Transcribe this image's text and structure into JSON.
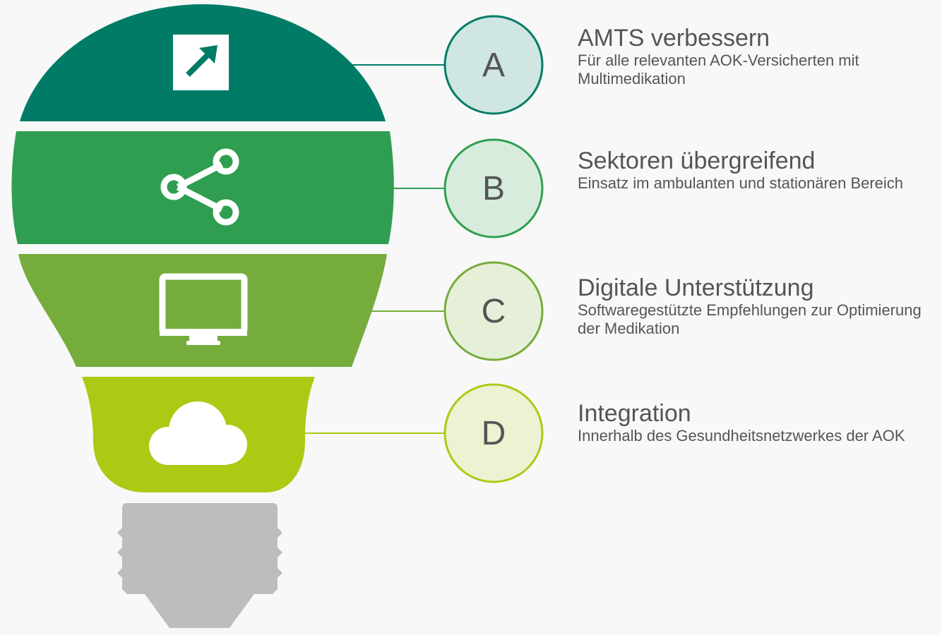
{
  "colors": {
    "background": "#f8f8f8",
    "segment_a": "#007c66",
    "segment_b": "#2f9e50",
    "segment_c": "#76ac3b",
    "segment_d": "#aec914",
    "base": "#bdbdbd",
    "text": "#555555"
  },
  "items": [
    {
      "letter": "A",
      "title": "AMTS verbessern",
      "description": "Für alle relevanten AOK-Versicherten mit Multimedikation",
      "icon": "arrow-up-right-icon",
      "color": "#007c66",
      "badge_fill": "#cfe6e3"
    },
    {
      "letter": "B",
      "title": "Sektoren übergreifend",
      "description": "Einsatz im ambulanten und stationären Bereich",
      "icon": "share-icon",
      "color": "#2f9e50",
      "badge_fill": "#d7ecdc"
    },
    {
      "letter": "C",
      "title": "Digitale Unterstützung",
      "description": "Softwaregestützte Empfehlungen zur Optimierung der Medikation",
      "icon": "monitor-icon",
      "color": "#76ac3b",
      "badge_fill": "#e6efd8"
    },
    {
      "letter": "D",
      "title": "Integration",
      "description": "Innerhalb des Gesundheitsnetzwerkes der AOK",
      "icon": "cloud-icon",
      "color": "#aec914",
      "badge_fill": "#ecf2d2"
    }
  ]
}
